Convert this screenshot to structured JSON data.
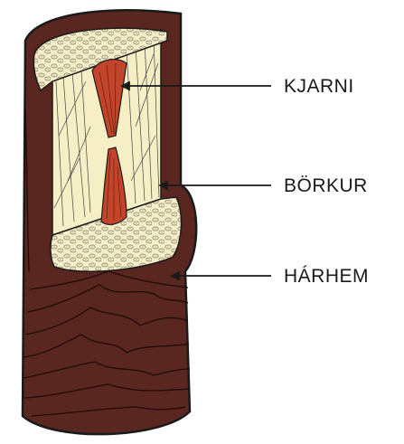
{
  "labels": {
    "core": "KJARNI",
    "cortex": "BÖRKUR",
    "cuticle": "HÁRHEM"
  },
  "colors": {
    "cuticle": "#5a2620",
    "cuticle_dark": "#3a1612",
    "cortex": "#f6efc6",
    "cells": "#ece6bf",
    "medulla": "#c2452b",
    "line": "#1a1a1a",
    "background": "#ffffff"
  }
}
